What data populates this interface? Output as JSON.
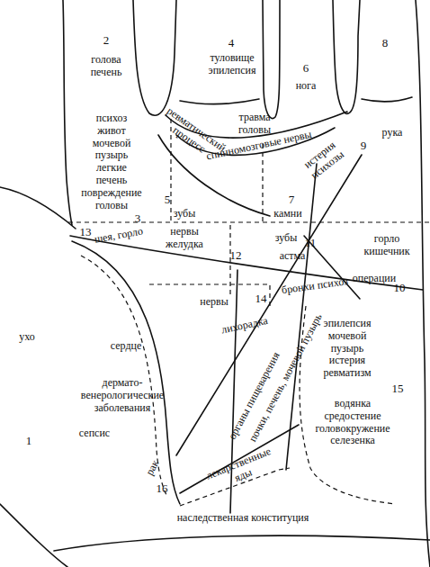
{
  "diagram": {
    "labels": [
      "2",
      "голова печень",
      "4",
      "туловище эпилепсия",
      "6",
      "нога",
      "8",
      "рука",
      "травма головы",
      "спинномозговые нервы",
      "ревматический процесс",
      "психоз живот мочевой пузырь легкие печень повреждение головы",
      "3",
      "5",
      "зубы",
      "7",
      "камни",
      "истерия психозы",
      "9",
      "13",
      "шея, горло",
      "нервы желудка",
      "12",
      "зубы",
      "11",
      "астма",
      "горло кишечник",
      "бронхи психоз",
      "операции",
      "10",
      "нервы",
      "14",
      "лихорадка",
      "органы пищеварения",
      "почки, печень, мочевой пузырь",
      "лекарственные яды",
      "ухо",
      "сердце",
      "дермато-венерологические заболевания",
      "1",
      "сепсис",
      "рак",
      "16",
      "эпилепсия мочевой пузырь истерия ревматизм",
      "15",
      "водянка средостение головокружение селезенка",
      "наследственная конституция"
    ]
  }
}
